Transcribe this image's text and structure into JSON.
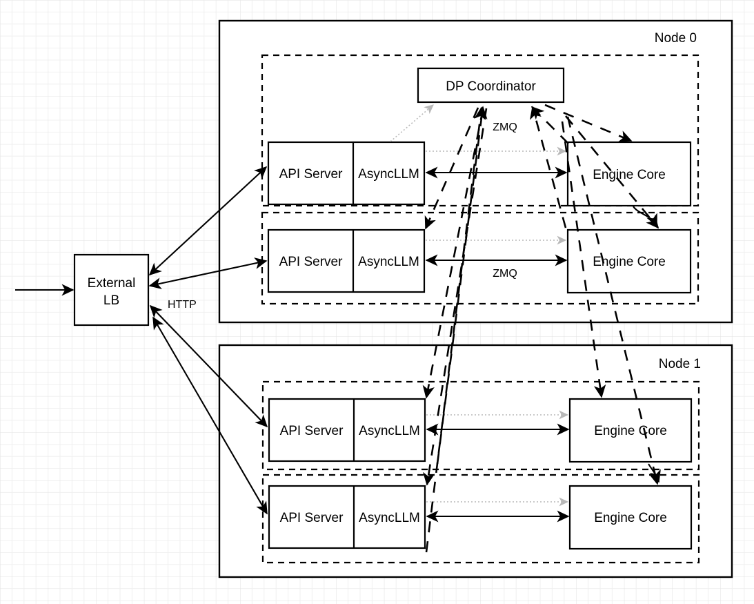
{
  "diagram": {
    "title": "vLLM data-parallel deployment topology",
    "background": {
      "grid": true,
      "minor_step": 17.4,
      "major_step": 69.6
    },
    "colors": {
      "stroke": "#000000",
      "dotted_arrow": "#b8b8b8",
      "grid_minor": "#f0f0f0",
      "grid_major": "#e2e2e2",
      "box_fill": "#ffffff"
    }
  },
  "external_lb": {
    "line1": "External",
    "line2": "LB",
    "name": "External LB"
  },
  "coordinator": {
    "label": "DP Coordinator"
  },
  "edge_labels": {
    "http": "HTTP",
    "zmq_top": "ZMQ",
    "zmq_bottom": "ZMQ"
  },
  "nodes": [
    {
      "label": "Node 0",
      "groups": [
        {
          "api_server": "API Server",
          "async_llm": "AsyncLLM",
          "engine_core": "Engine Core"
        },
        {
          "api_server": "API Server",
          "async_llm": "AsyncLLM",
          "engine_core": "Engine Core"
        }
      ]
    },
    {
      "label": "Node 1",
      "groups": [
        {
          "api_server": "API Server",
          "async_llm": "AsyncLLM",
          "engine_core": "Engine Core"
        },
        {
          "api_server": "API Server",
          "async_llm": "AsyncLLM",
          "engine_core": "Engine Core"
        }
      ]
    }
  ]
}
